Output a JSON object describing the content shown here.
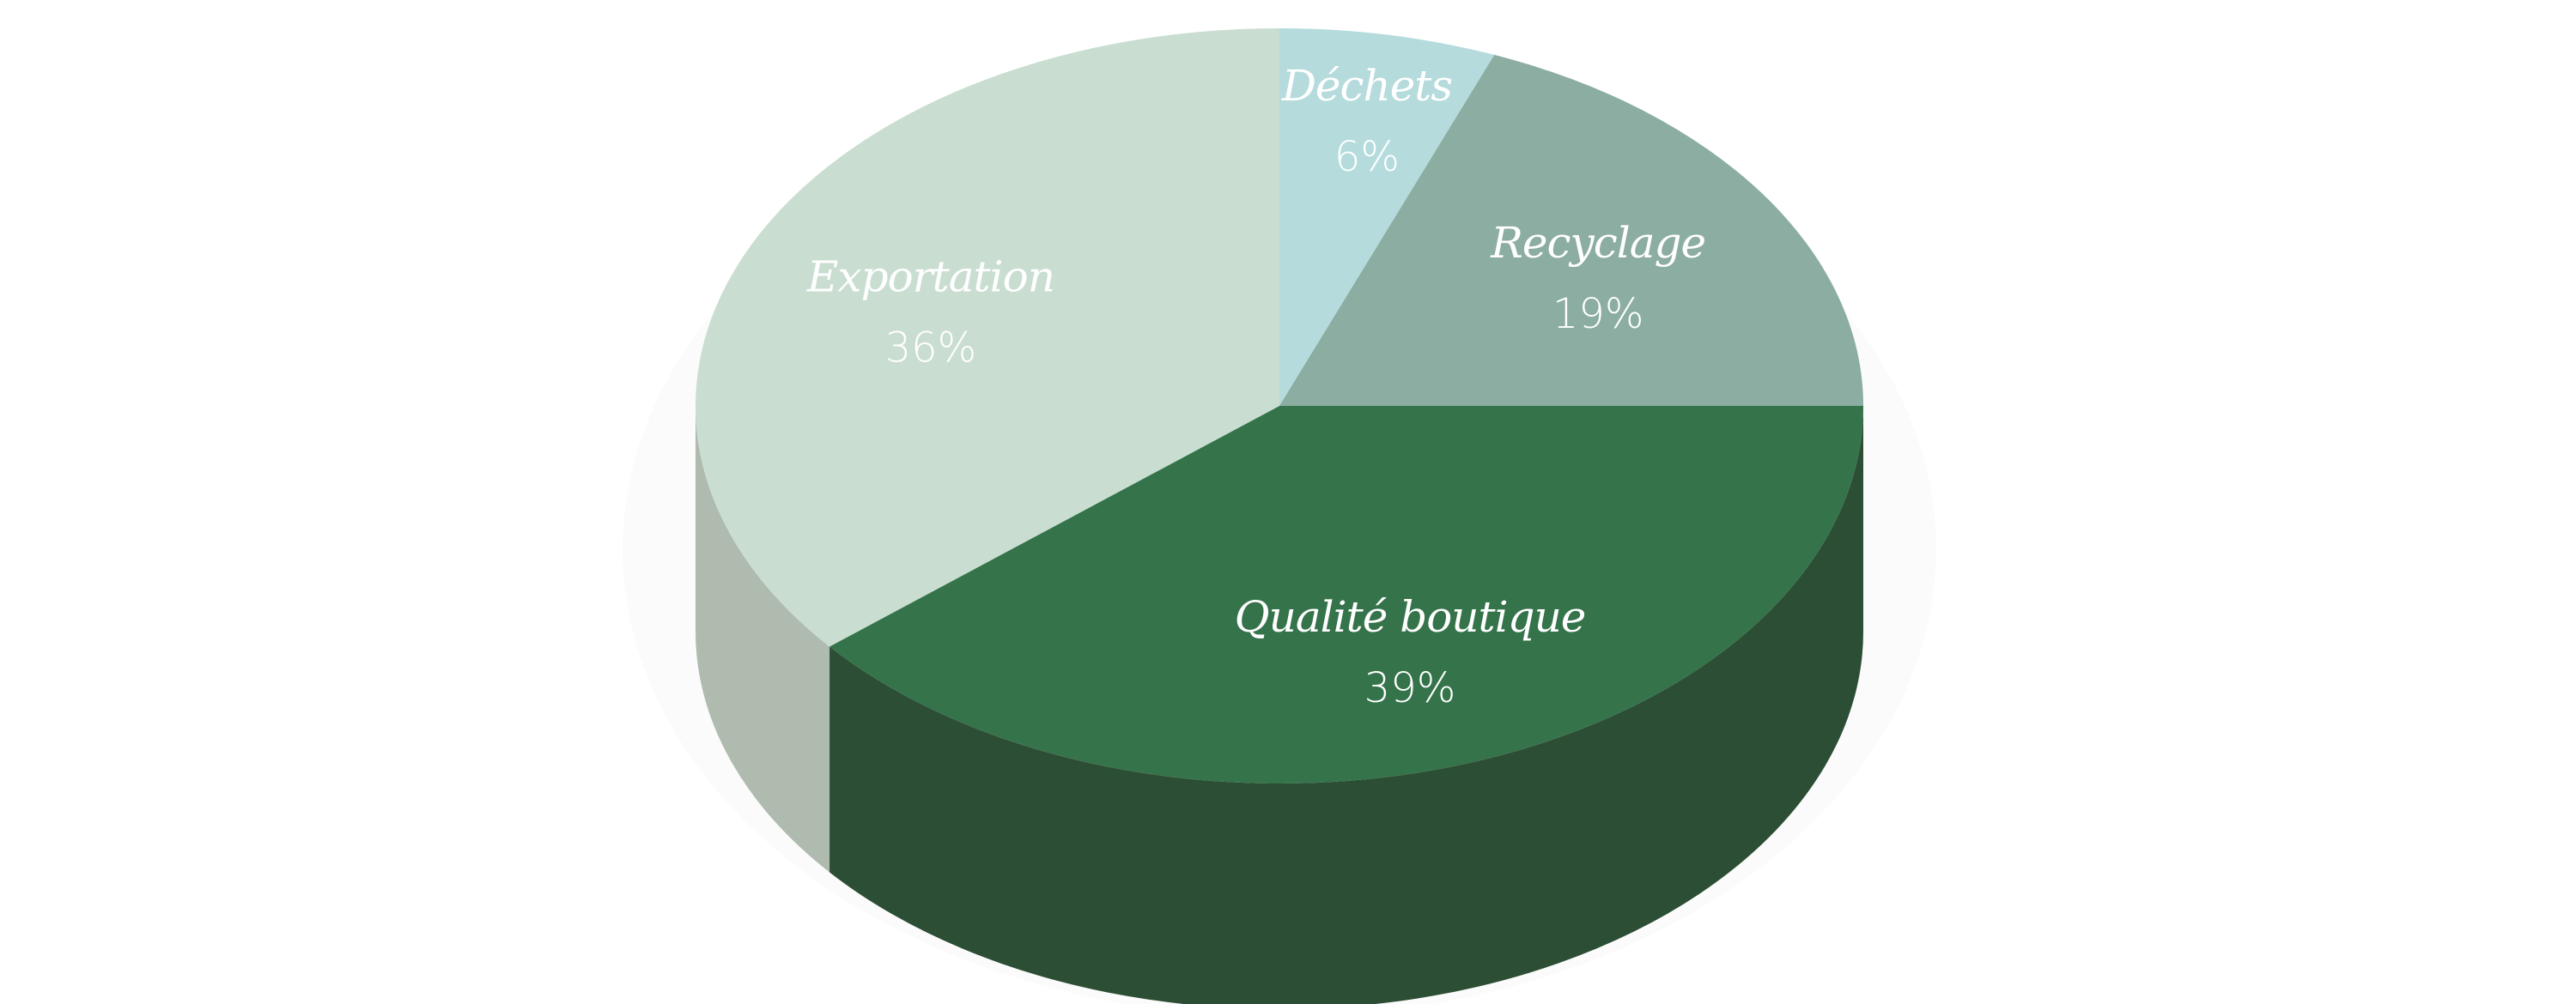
{
  "chart_data": {
    "type": "pie",
    "three_d": true,
    "legend": "none",
    "labels_position": "inside",
    "slices": [
      {
        "label": "Déchets",
        "value": 6,
        "value_label": "6%",
        "color": "#b5dbdc",
        "side_color": "#9fbfc0"
      },
      {
        "label": "Recyclage",
        "value": 19,
        "value_label": "19%",
        "color": "#8cada1",
        "side_color": "#6f8c81"
      },
      {
        "label": "Qualité boutique",
        "value": 39,
        "value_label": "39%",
        "color": "#35734a",
        "side_color": "#2c4e35"
      },
      {
        "label": "Exportation",
        "value": 36,
        "value_label": "36%",
        "color": "#c9ded1",
        "side_color": "#b0bbb0"
      }
    ]
  }
}
